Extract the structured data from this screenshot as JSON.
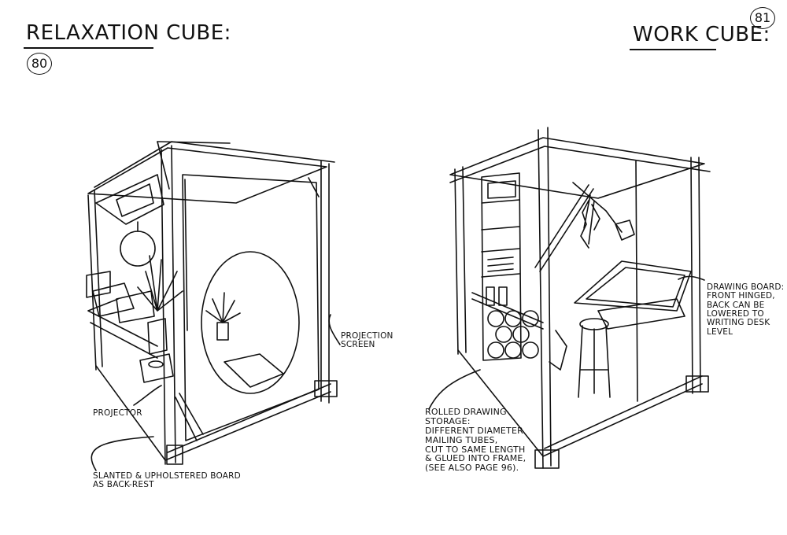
{
  "left_page": {
    "title": "Relaxation Cube:",
    "page_number": "80",
    "annotations": {
      "projection_screen": [
        "Projection",
        "screen"
      ],
      "projector": [
        "Projector"
      ],
      "board": [
        "Slanted & upholstered board",
        "as back-rest"
      ]
    }
  },
  "right_page": {
    "title": "Work Cube:",
    "page_number": "81",
    "annotations": {
      "drawing_board": [
        "Drawing board:",
        "Front hinged,",
        "back can be",
        "lowered to",
        "writing desk",
        "level"
      ],
      "rolled_storage": [
        "Rolled drawing",
        "storage:",
        "Different diameter",
        "mailing tubes,",
        "cut to same length",
        "& glued into frame,",
        "(see also page 96)."
      ]
    }
  }
}
